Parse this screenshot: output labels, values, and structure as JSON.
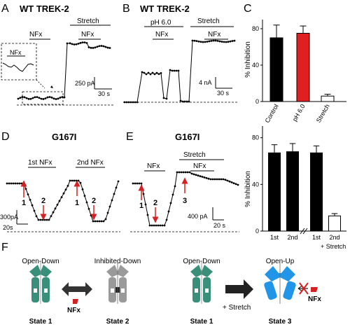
{
  "panels": {
    "A": {
      "letter": "A",
      "title": "WT TREK-2",
      "bar_nfx": "NFx",
      "bar_stretch": "Stretch",
      "bar_stretch_nfx": "NFx",
      "inset_label": "NFx",
      "scale_current": "250 pA",
      "scale_time": "30 s"
    },
    "B": {
      "letter": "B",
      "title": "WT TREK-2",
      "bar_ph": "pH 6.0",
      "bar_nfx": "NFx",
      "bar_stretch": "Stretch",
      "bar_stretch_nfx": "NFx",
      "scale_current": "4 nA",
      "scale_time": "30 s"
    },
    "C": {
      "letter": "C",
      "ylabel": "% Inhibition",
      "yticks": [
        "0",
        "40",
        "80"
      ]
    },
    "D": {
      "letter": "D",
      "title": "G167I",
      "bar_first": "1st NFx",
      "bar_second": "2nd NFx",
      "arrow_labels": [
        "1",
        "2",
        "1",
        "2"
      ],
      "scale_current": "300pA",
      "scale_time": "20s"
    },
    "E": {
      "letter": "E",
      "title": "G167I",
      "bar_nfx": "NFx",
      "bar_stretch": "Stretch",
      "bar_stretch_nfx": "NFx",
      "arrow_labels": [
        "1",
        "2",
        "3"
      ],
      "scale_current": "400 pA",
      "scale_time": "20 s"
    },
    "E_bar": {
      "ylabel": "% Inhibition",
      "yticks": [
        "0",
        "40",
        "80"
      ],
      "extra_label": "+ Stretch"
    },
    "F": {
      "letter": "F",
      "states": [
        {
          "title": "Open-Down",
          "label": "State 1"
        },
        {
          "title": "Inhibited-Down",
          "label": "State 2"
        },
        {
          "title": "Open-Down",
          "label": "State 1"
        },
        {
          "title": "Open-Up",
          "label": "State 3"
        }
      ],
      "nfx_label_1": "NFx",
      "stretch_label": "+ Stretch",
      "nfx_label_2": "NFx"
    }
  },
  "chart_data": [
    {
      "type": "bar",
      "panel": "C",
      "categories": [
        "Control",
        "pH 6.0",
        "Stretch"
      ],
      "values": [
        70,
        75,
        6
      ],
      "errors": [
        14,
        8,
        2
      ],
      "colors": [
        "#000000",
        "#e02020",
        "#ffffff"
      ],
      "ylabel": "% Inhibition",
      "ylim": [
        0,
        90
      ]
    },
    {
      "type": "bar",
      "panel": "E",
      "categories": [
        "1st",
        "2nd",
        "1st",
        "2nd"
      ],
      "values": [
        67,
        68,
        67,
        13
      ],
      "errors": [
        7,
        7,
        6,
        2
      ],
      "colors": [
        "#000000",
        "#000000",
        "#000000",
        "#ffffff"
      ],
      "ylabel": "% Inhibition",
      "ylim": [
        0,
        90
      ]
    }
  ]
}
